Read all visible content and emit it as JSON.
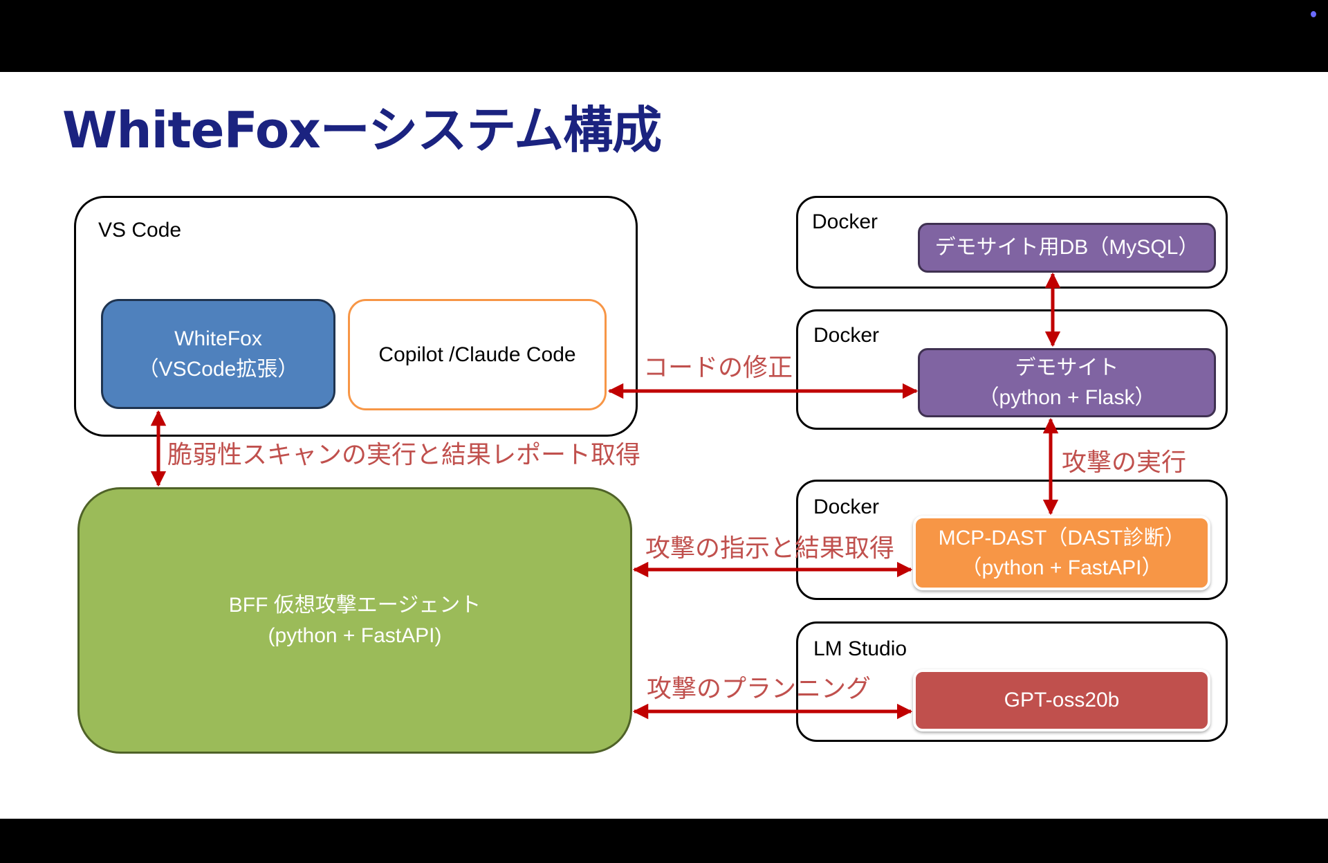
{
  "title": "WhiteFoxーシステム構成",
  "colors": {
    "title": "#1b2380",
    "arrow": "#c00000",
    "edge_label": "#c0504d",
    "whitefox": "#4f81bd",
    "copilot_border": "#f79646",
    "demo_purple": "#8064a2",
    "mcp_orange": "#f79646",
    "gpt_red": "#c0504d",
    "bff_green": "#9bbb59",
    "indicator_dot": "#6b6bff"
  },
  "containers": {
    "vscode": "VS Code",
    "docker_db": "Docker",
    "docker_site": "Docker",
    "docker_mcp": "Docker",
    "lmstudio": "LM Studio"
  },
  "components": {
    "whitefox": {
      "line1": "WhiteFox",
      "line2": "（VSCode拡張）"
    },
    "copilot": {
      "line1": "Copilot /Claude Code"
    },
    "demo_db": {
      "line1": "デモサイト用DB（MySQL）"
    },
    "demo_site": {
      "line1": "デモサイト",
      "line2": "（python + Flask）"
    },
    "mcp_dast": {
      "line1": "MCP-DAST（DAST診断）",
      "line2": "（python + FastAPI）"
    },
    "gpt": {
      "line1": "GPT-oss20b"
    },
    "bff": {
      "line1": "BFF 仮想攻撃エージェント",
      "line2": "(python + FastAPI)"
    }
  },
  "edges": [
    {
      "id": "code-fix",
      "label": "コードの修正",
      "from": "copilot",
      "to": "demo_site"
    },
    {
      "id": "scan",
      "label": "脆弱性スキャンの実行と結果レポート取得",
      "from": "whitefox",
      "to": "bff"
    },
    {
      "id": "attack-exec",
      "label": "攻撃の実行",
      "from": "demo_site",
      "to": "mcp_dast"
    },
    {
      "id": "db-link",
      "label": "",
      "from": "demo_db",
      "to": "demo_site"
    },
    {
      "id": "attack-instruct",
      "label": "攻撃の指示と結果取得",
      "from": "bff",
      "to": "mcp_dast"
    },
    {
      "id": "attack-plan",
      "label": "攻撃のプランニング",
      "from": "bff",
      "to": "gpt"
    }
  ]
}
